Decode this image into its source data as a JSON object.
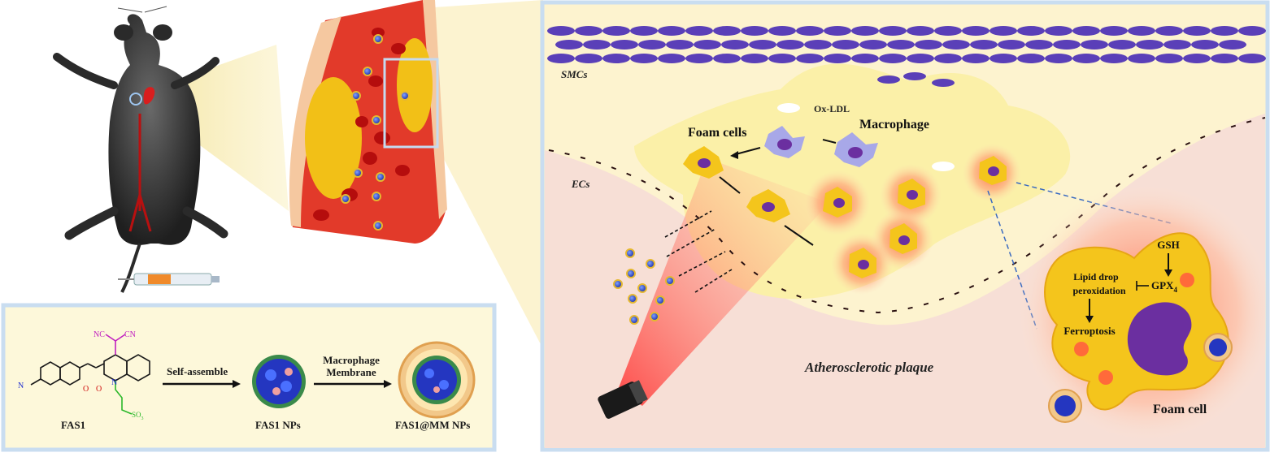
{
  "labels": {
    "smcs": "SMCs",
    "ecs": "ECs",
    "ox_ldl": "Ox-LDL",
    "macrophage": "Macrophage",
    "foam_cells": "Foam cells",
    "plaque": "Atherosclerotic plaque",
    "gsh": "GSH",
    "gpx4": "GPX",
    "gpx4_sub": "4",
    "lipid_drop": "Lipid drop",
    "peroxidation": "peroxidation",
    "ferroptosis": "Ferroptosis",
    "foam_cell": "Foam cell"
  },
  "synthesis": {
    "compound": "FAS1",
    "step1": "Self-assemble",
    "product1": "FAS1 NPs",
    "step2_line1": "Macrophage",
    "step2_line2": "Membrane",
    "product2": "FAS1@MM NPs",
    "atom_nc1": "NC",
    "atom_cn": "CN",
    "atom_n": "N",
    "atom_o": "O",
    "atom_o2": "O",
    "atom_n_plus": "N",
    "atom_so3": "SO",
    "atom_so3_sub": "3"
  },
  "colors": {
    "panel_border": "#c9ddf0",
    "panel_bg": "#fdf6d6",
    "smc_purple": "#5a3fb8",
    "foam_yellow": "#f4c51c",
    "vessel_red": "#d81e1e",
    "nucleus_purple": "#6b2fa0"
  }
}
